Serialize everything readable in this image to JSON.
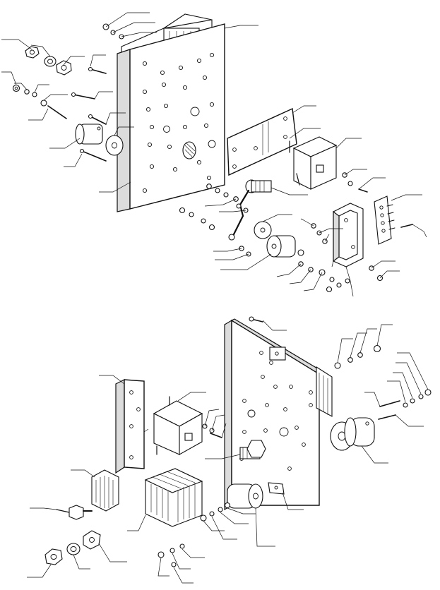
{
  "diagram": {
    "kind": "exploded-assembly-drawing",
    "assemblies": [
      "upper-assembly",
      "lower-assembly"
    ],
    "line_color": "#111111",
    "background": "#ffffff",
    "callout_text": []
  }
}
